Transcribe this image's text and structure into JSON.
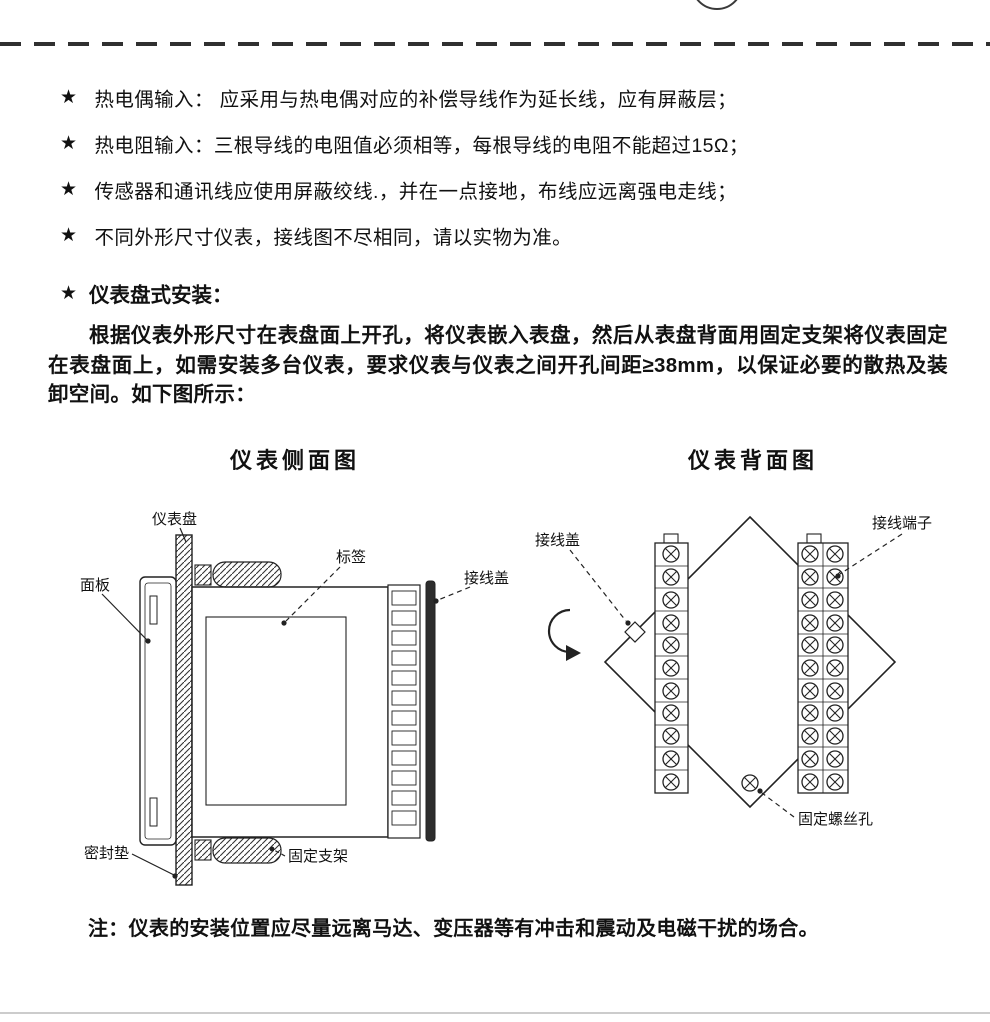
{
  "bullets": [
    {
      "star": "★",
      "text": "热电偶输入： 应采用与热电偶对应的补偿导线作为延长线，应有屏蔽层；"
    },
    {
      "star": "★",
      "text": "热电阻输入：三根导线的电阻值必须相等，每根导线的电阻不能超过15Ω；"
    },
    {
      "star": "★",
      "text": "传感器和通讯线应使用屏蔽绞线.，并在一点接地，布线应远离强电走线；"
    },
    {
      "star": "★",
      "text": "不同外形尺寸仪表，接线图不尽相同，请以实物为准。"
    }
  ],
  "section": {
    "star": "★",
    "title": "仪表盘式安装："
  },
  "paragraph": "根据仪表外形尺寸在表盘面上开孔，将仪表嵌入表盘，然后从表盘背面用固定支架将仪表固定在表盘面上，如需安装多台仪表，要求仪表与仪表之间开孔间距≥38mm，以保证必要的散热及装卸空间。如下图所示：",
  "side_view": {
    "title": "仪表侧面图",
    "labels": {
      "panel": "仪表盘",
      "front_panel": "面板",
      "tag": "标签",
      "terminal_cover": "接线盖",
      "seal_gasket": "密封垫",
      "fixing_bracket": "固定支架"
    }
  },
  "back_view": {
    "title": "仪表背面图",
    "labels": {
      "terminal_cover": "接线盖",
      "terminals": "接线端子",
      "screw_hole": "固定螺丝孔"
    }
  },
  "note": "注：仪表的安装位置应尽量远离马达、变压器等有冲击和震动及电磁干扰的场合。",
  "colors": {
    "ink": "#111111",
    "divider": "#303030",
    "bottom_rule": "#cccccc"
  }
}
